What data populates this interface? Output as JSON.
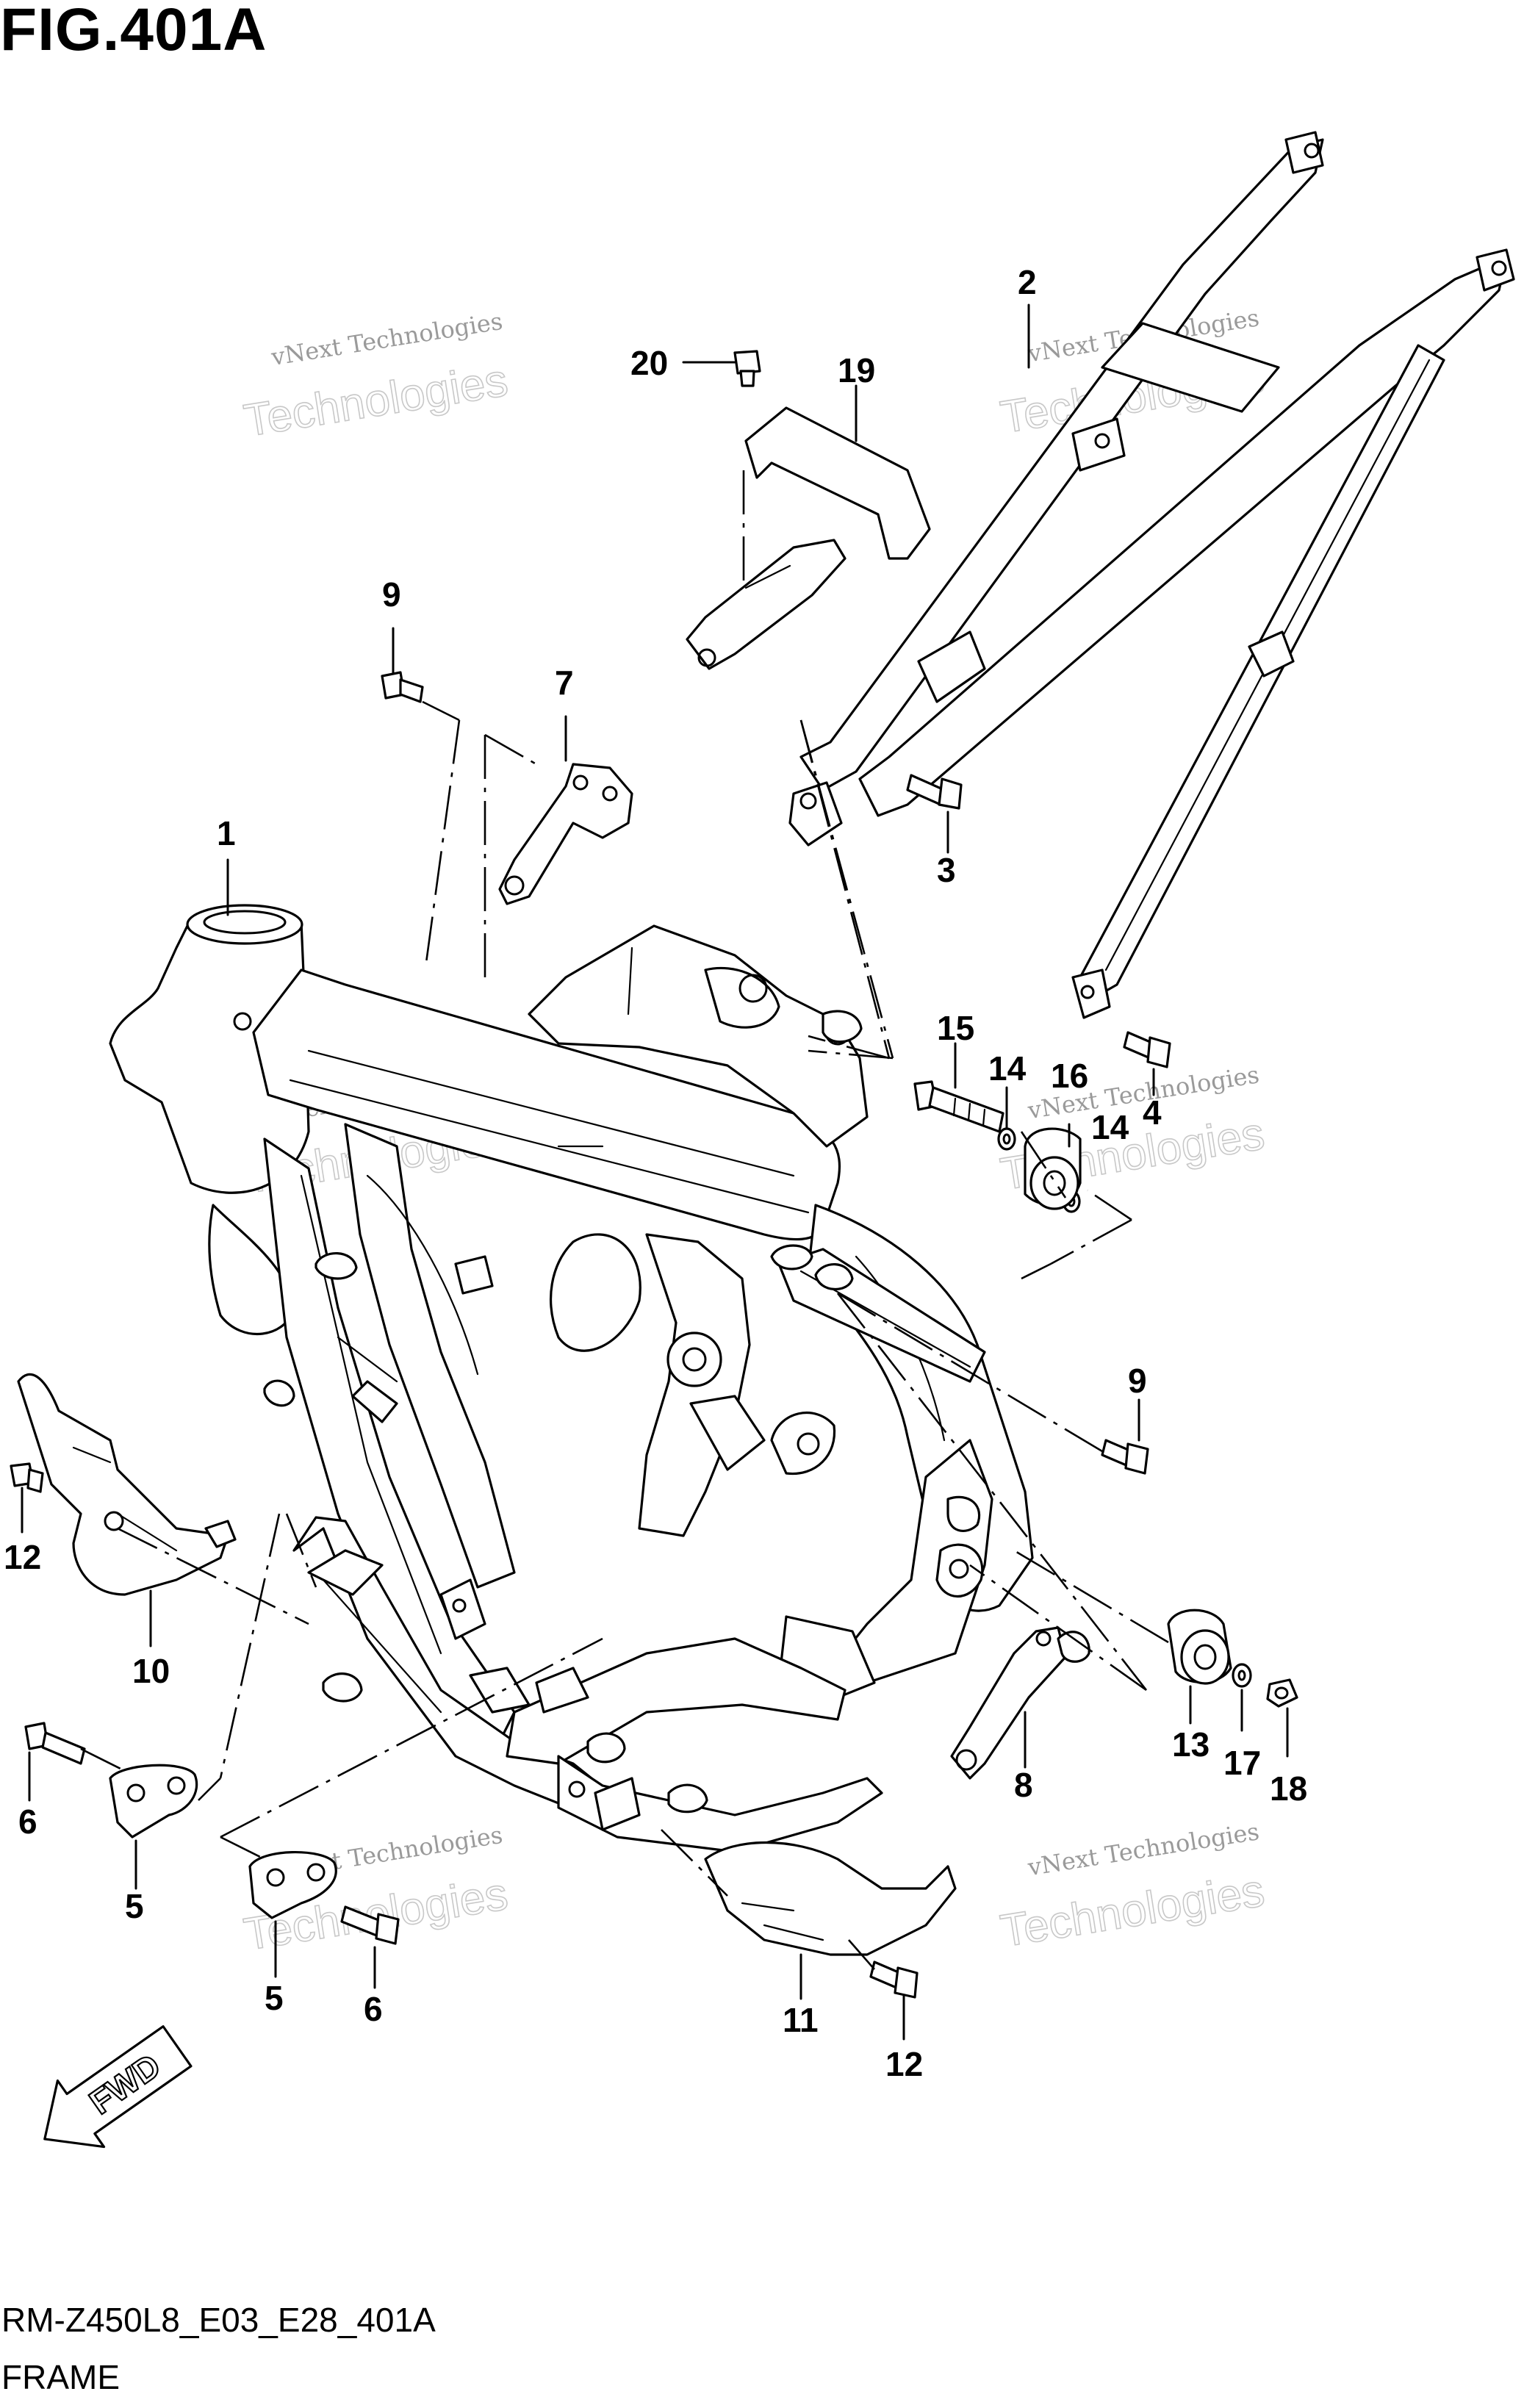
{
  "figure": {
    "title": "FIG.401A"
  },
  "footer": {
    "model_code": "RM-Z450L8_E03_E28_401A",
    "section_name": "FRAME"
  },
  "fwd_label": "FWD",
  "watermark": {
    "line1": "vNext Technologies",
    "line2": "Technologies"
  },
  "callouts": [
    {
      "id": "c1",
      "label": "1"
    },
    {
      "id": "c2",
      "label": "2"
    },
    {
      "id": "c3",
      "label": "3"
    },
    {
      "id": "c4",
      "label": "4"
    },
    {
      "id": "c5a",
      "label": "5"
    },
    {
      "id": "c5b",
      "label": "5"
    },
    {
      "id": "c6a",
      "label": "6"
    },
    {
      "id": "c6b",
      "label": "6"
    },
    {
      "id": "c7",
      "label": "7"
    },
    {
      "id": "c8",
      "label": "8"
    },
    {
      "id": "c9a",
      "label": "9"
    },
    {
      "id": "c9b",
      "label": "9"
    },
    {
      "id": "c10",
      "label": "10"
    },
    {
      "id": "c11",
      "label": "11"
    },
    {
      "id": "c12a",
      "label": "12"
    },
    {
      "id": "c12b",
      "label": "12"
    },
    {
      "id": "c13",
      "label": "13"
    },
    {
      "id": "c14a",
      "label": "14"
    },
    {
      "id": "c14b",
      "label": "14"
    },
    {
      "id": "c15",
      "label": "15"
    },
    {
      "id": "c16",
      "label": "16"
    },
    {
      "id": "c17",
      "label": "17"
    },
    {
      "id": "c18",
      "label": "18"
    },
    {
      "id": "c19",
      "label": "19"
    },
    {
      "id": "c20",
      "label": "20"
    }
  ]
}
